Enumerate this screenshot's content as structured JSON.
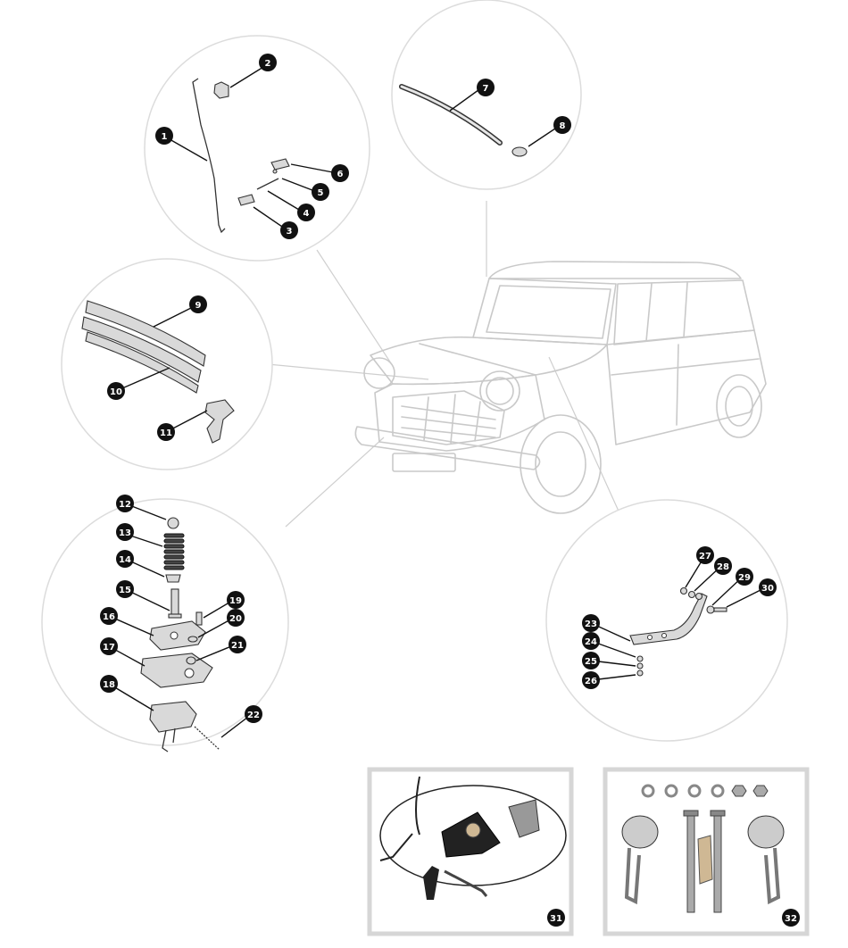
{
  "callouts": [
    {
      "id": "c1",
      "label": "1"
    },
    {
      "id": "c2",
      "label": "2"
    },
    {
      "id": "c3",
      "label": "3"
    },
    {
      "id": "c4",
      "label": "4"
    },
    {
      "id": "c5",
      "label": "5"
    },
    {
      "id": "c6",
      "label": "6"
    },
    {
      "id": "c7",
      "label": "7"
    },
    {
      "id": "c8",
      "label": "8"
    },
    {
      "id": "c9",
      "label": "9"
    },
    {
      "id": "c10",
      "label": "10"
    },
    {
      "id": "c11",
      "label": "11"
    },
    {
      "id": "c12",
      "label": "12"
    },
    {
      "id": "c13",
      "label": "13"
    },
    {
      "id": "c14",
      "label": "14"
    },
    {
      "id": "c15",
      "label": "15"
    },
    {
      "id": "c16",
      "label": "16"
    },
    {
      "id": "c17",
      "label": "17"
    },
    {
      "id": "c18",
      "label": "18"
    },
    {
      "id": "c19",
      "label": "19"
    },
    {
      "id": "c20",
      "label": "20"
    },
    {
      "id": "c21",
      "label": "21"
    },
    {
      "id": "c22",
      "label": "22"
    },
    {
      "id": "c23",
      "label": "23"
    },
    {
      "id": "c24",
      "label": "24"
    },
    {
      "id": "c25",
      "label": "25"
    },
    {
      "id": "c26",
      "label": "26"
    },
    {
      "id": "c27",
      "label": "27"
    },
    {
      "id": "c28",
      "label": "28"
    },
    {
      "id": "c29",
      "label": "29"
    },
    {
      "id": "c30",
      "label": "30"
    },
    {
      "id": "c31",
      "label": "31"
    },
    {
      "id": "c32",
      "label": "32"
    }
  ],
  "colors": {
    "callout_fill": "#111111",
    "callout_text": "#ffffff",
    "circle_stroke": "#dcdcdc",
    "car_outline": "#c9c9c9",
    "box_frame": "#d6d6d6"
  }
}
